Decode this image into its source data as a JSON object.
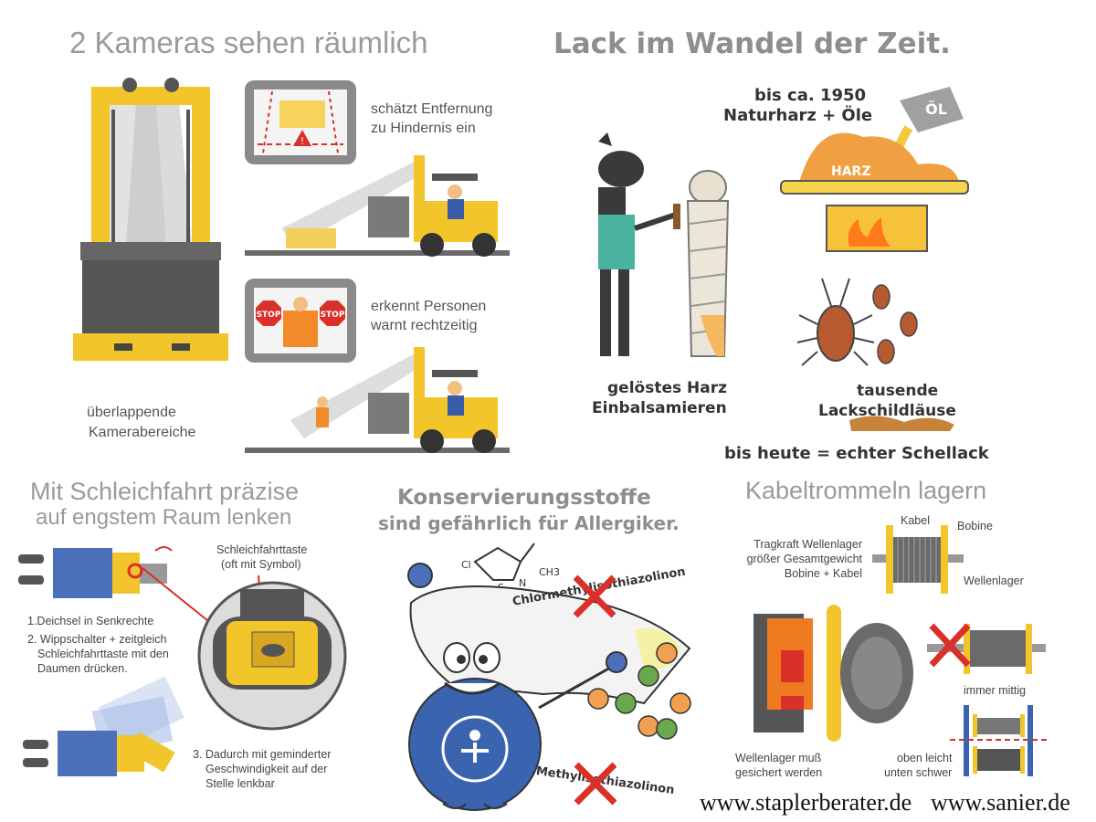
{
  "sections": {
    "cameras": {
      "title": "2 Kameras sehen räumlich",
      "caption_overlap_1": "überlappende",
      "caption_overlap_2": "Kamerabereiche",
      "caption_distance_1": "schätzt Entfernung",
      "caption_distance_2": "zu Hindernis ein",
      "caption_person_1": "erkennt Personen",
      "caption_person_2": "warnt rechtzeitig",
      "stop_label": "STOP"
    },
    "lack": {
      "title": "Lack im Wandel der Zeit.",
      "era_1": "bis ca. 1950",
      "era_2": "Naturharz + Öle",
      "oel_label": "ÖL",
      "harz_label": "HARZ",
      "egypt_1": "gelöstes Harz",
      "egypt_2": "Einbalsamieren",
      "lice_1": "tausende",
      "lice_2": "Lackschildläuse",
      "today": "bis heute = echter Schellack"
    },
    "schleichfahrt": {
      "title_1": "Mit Schleichfahrt präzise",
      "title_2": "auf engstem Raum lenken",
      "button_1": "Schleichfahrttaste",
      "button_2": "(oft mit Symbol)",
      "step1": "1.Deichsel in Senkrechte",
      "step2_1": "2. Wippschalter + zeitgleich",
      "step2_2": "Schleichfahrttaste mit den",
      "step2_3": "Daumen drücken.",
      "step3_1": "3. Dadurch mit geminderter",
      "step3_2": "Geschwindigkeit auf der",
      "step3_3": "Stelle lenkbar"
    },
    "konservierung": {
      "title_1": "Konservierungsstoffe",
      "title_2": "sind gefährlich für Allergiker.",
      "chem_1": "Chlormethylisothiazolinon",
      "chem_2": "Methylisothiazolinon",
      "atom_cl": "Cl",
      "atom_s": "S",
      "atom_n": "N",
      "atom_ch3": "CH3"
    },
    "kabel": {
      "title": "Kabeltrommeln lagern",
      "info_1": "Tragkraft Wellenlager",
      "info_2": "größer Gesamtgewicht",
      "info_3": "Bobine + Kabel",
      "label_kabel": "Kabel",
      "label_bobine": "Bobine",
      "label_wellenlager": "Wellenlager",
      "secure_1": "Wellenlager muß",
      "secure_2": "gesichert werden",
      "center": "immer mittig",
      "stack_1": "oben leicht",
      "stack_2": "unten schwer"
    }
  },
  "footer": {
    "url_1": "www.staplerberater.de",
    "url_2": "www.sanier.de"
  },
  "colors": {
    "yellow": "#f2c52a",
    "red": "#d9302a",
    "blue": "#3a5ca8",
    "grey": "#5d5d5d"
  }
}
